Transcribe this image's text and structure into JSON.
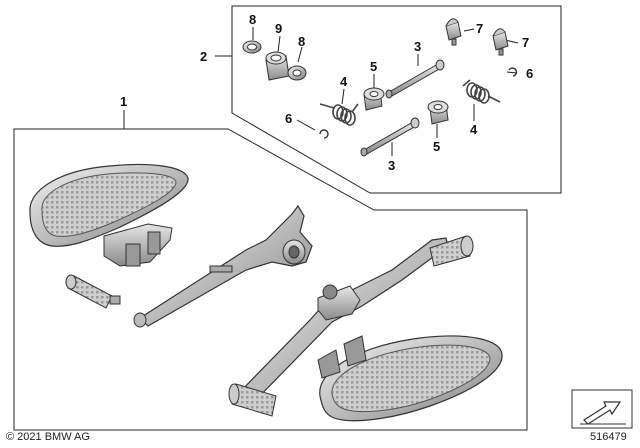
{
  "diagram": {
    "callouts": [
      "1",
      "2",
      "3",
      "3",
      "4",
      "4",
      "5",
      "5",
      "6",
      "6",
      "7",
      "7",
      "8",
      "8",
      "9"
    ]
  },
  "footer": {
    "copyright": "© 2021 BMW AG",
    "code": "516479"
  }
}
